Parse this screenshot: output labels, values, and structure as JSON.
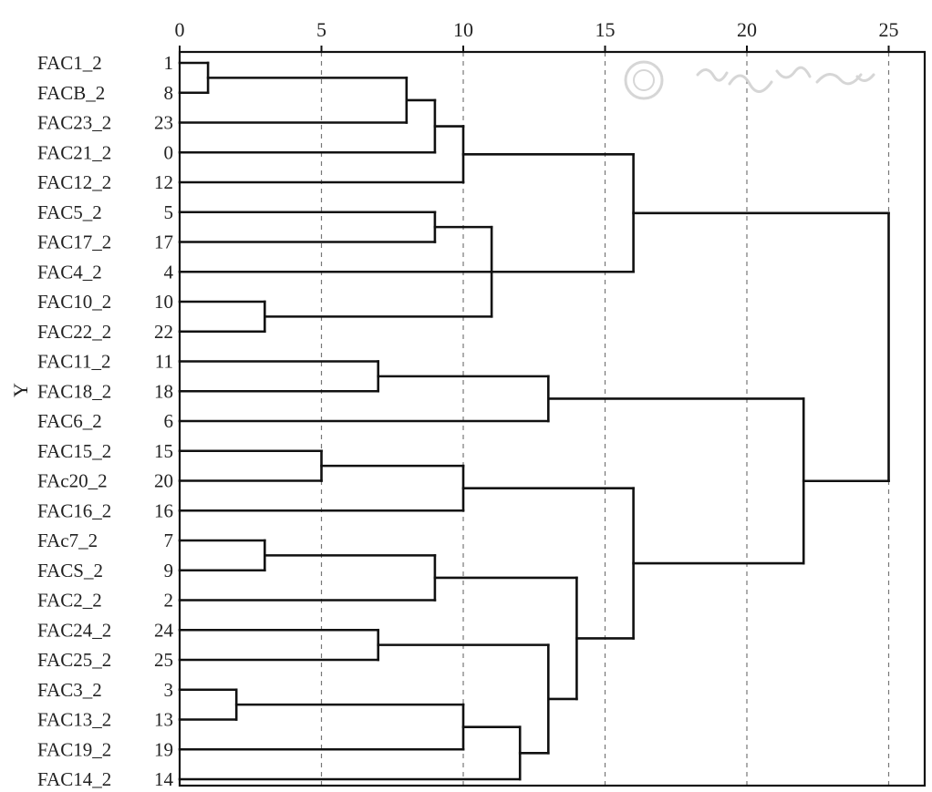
{
  "chart_data": {
    "type": "dendrogram",
    "title": "",
    "xlabel": "",
    "ylabel": "Y",
    "xlim": [
      0,
      26.5
    ],
    "xticks": [
      0,
      5,
      10,
      15,
      20,
      25
    ],
    "xtick_labels": [
      "0",
      "5",
      "10",
      "15",
      "20",
      "25"
    ],
    "grid": "vertical dashed",
    "rows": [
      {
        "name": "FAC1_2",
        "num": "1"
      },
      {
        "name": "FACB_2",
        "num": "8"
      },
      {
        "name": "FAC23_2",
        "num": "23"
      },
      {
        "name": "FAC21_2",
        "num": "0"
      },
      {
        "name": "FAC12_2",
        "num": "12"
      },
      {
        "name": "FAC5_2",
        "num": "5"
      },
      {
        "name": "FAC17_2",
        "num": "17"
      },
      {
        "name": "FAC4_2",
        "num": "4"
      },
      {
        "name": "FAC10_2",
        "num": "10"
      },
      {
        "name": "FAC22_2",
        "num": "22"
      },
      {
        "name": "FAC11_2",
        "num": "11"
      },
      {
        "name": "FAC18_2",
        "num": "18"
      },
      {
        "name": "FAC6_2",
        "num": "6"
      },
      {
        "name": "FAC15_2",
        "num": "15"
      },
      {
        "name": "FAc20_2",
        "num": "20"
      },
      {
        "name": "FAC16_2",
        "num": "16"
      },
      {
        "name": "FAc7_2",
        "num": "7"
      },
      {
        "name": "FACS_2",
        "num": "9"
      },
      {
        "name": "FAC2_2",
        "num": "2"
      },
      {
        "name": "FAC24_2",
        "num": "24"
      },
      {
        "name": "FAC25_2",
        "num": "25"
      },
      {
        "name": "FAC3_2",
        "num": "3"
      },
      {
        "name": "FAC13_2",
        "num": "13"
      },
      {
        "name": "FAC19_2",
        "num": "19"
      },
      {
        "name": "FAC14_2",
        "num": "14"
      }
    ],
    "merges": [
      {
        "id": "c1",
        "children": [
          "r0",
          "r1"
        ],
        "distance": 1
      },
      {
        "id": "c2",
        "children": [
          "c1",
          "r2"
        ],
        "distance": 8
      },
      {
        "id": "c3",
        "children": [
          "c2",
          "r3"
        ],
        "distance": 9
      },
      {
        "id": "c4",
        "children": [
          "c3",
          "r4"
        ],
        "distance": 10
      },
      {
        "id": "c5",
        "children": [
          "r5",
          "r6"
        ],
        "distance": 9
      },
      {
        "id": "c6",
        "children": [
          "r8",
          "r9"
        ],
        "distance": 3
      },
      {
        "id": "c7",
        "children": [
          "c5",
          "r7",
          "c6"
        ],
        "distance": 11
      },
      {
        "id": "c8",
        "children": [
          "c4",
          "c7"
        ],
        "distance": 16
      },
      {
        "id": "c9",
        "children": [
          "r10",
          "r11"
        ],
        "distance": 7
      },
      {
        "id": "c10",
        "children": [
          "c9",
          "r12"
        ],
        "distance": 13
      },
      {
        "id": "c11",
        "children": [
          "r13",
          "r14"
        ],
        "distance": 5
      },
      {
        "id": "c12",
        "children": [
          "c11",
          "r15"
        ],
        "distance": 10
      },
      {
        "id": "c13",
        "children": [
          "r16",
          "r17"
        ],
        "distance": 3
      },
      {
        "id": "c14",
        "children": [
          "c13",
          "r18"
        ],
        "distance": 9
      },
      {
        "id": "c15",
        "children": [
          "r19",
          "r20"
        ],
        "distance": 7
      },
      {
        "id": "c16",
        "children": [
          "r21",
          "r22"
        ],
        "distance": 2
      },
      {
        "id": "c17",
        "children": [
          "c16",
          "r23"
        ],
        "distance": 10
      },
      {
        "id": "c18",
        "children": [
          "c17",
          "r24"
        ],
        "distance": 12
      },
      {
        "id": "c19",
        "children": [
          "c15",
          "c18"
        ],
        "distance": 13
      },
      {
        "id": "c20",
        "children": [
          "c14",
          "c19"
        ],
        "distance": 14
      },
      {
        "id": "c21",
        "children": [
          "c12",
          "c20"
        ],
        "distance": 16
      },
      {
        "id": "c22",
        "children": [
          "c10",
          "c21"
        ],
        "distance": 22
      },
      {
        "id": "c23",
        "children": [
          "c8",
          "c22"
        ],
        "distance": 25
      }
    ]
  }
}
